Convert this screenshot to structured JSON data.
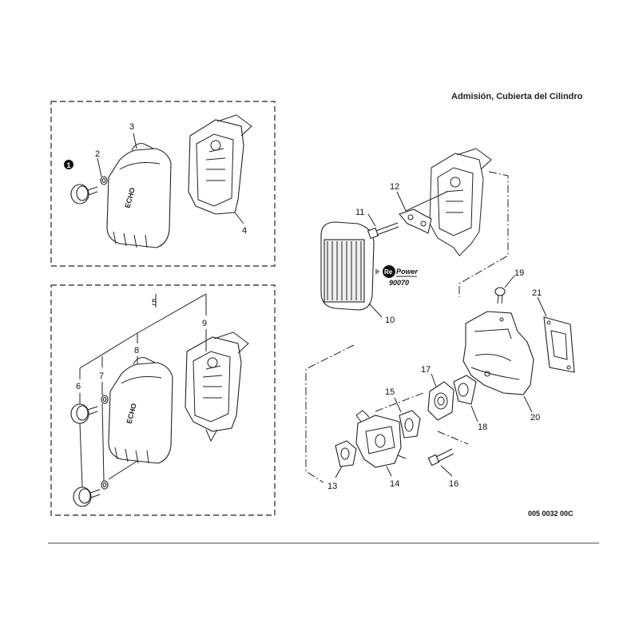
{
  "header": {
    "title": "Admisión, Cubierta del Cilindro"
  },
  "callouts": [
    "1",
    "2",
    "3",
    "4",
    "5",
    "6",
    "7",
    "8",
    "9",
    "10",
    "11",
    "12",
    "13",
    "14",
    "15",
    "16",
    "17",
    "18",
    "19",
    "20",
    "21"
  ],
  "repower": {
    "re": "Re",
    "power": "Power",
    "code": "90070"
  },
  "figure_code": "005 0032 00C"
}
